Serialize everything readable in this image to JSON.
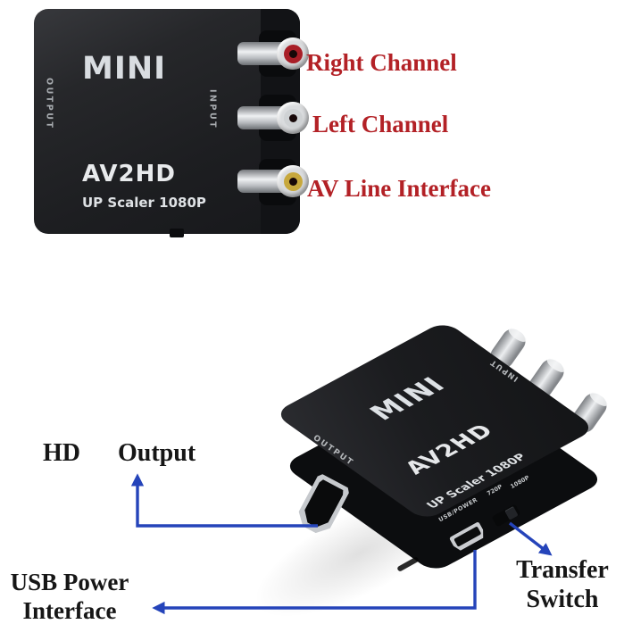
{
  "colors": {
    "background": "#ffffff",
    "label_red": "#b32126",
    "label_black": "#161616",
    "arrow_blue": "#2544ba",
    "device_body": "#1d1e21",
    "logo_silver": "#d9dde1",
    "rca_red": "#a81e27",
    "rca_white": "#cfd2d4",
    "rca_yellow": "#c7a83d"
  },
  "top_device": {
    "logo": "MINI",
    "output_label": "OUTPUT",
    "input_label": "INPUT",
    "model": "AV2HD",
    "subtitle": "UP Scaler 1080P",
    "jacks": [
      {
        "name": "right-channel-jack",
        "ring_color": "red"
      },
      {
        "name": "left-channel-jack",
        "ring_color": "white"
      },
      {
        "name": "av-video-jack",
        "ring_color": "yellow"
      }
    ]
  },
  "bottom_device": {
    "logo": "MINI",
    "output_label": "OUTPUT",
    "input_label": "INPUT",
    "model": "AV2HD",
    "subtitle": "UP Scaler 1080P",
    "usb_label": "USB/POWER",
    "switch_pos1": "720P",
    "switch_pos2": "1080P"
  },
  "annotations": {
    "right_channel": "Right Channel",
    "left_channel": "Left Channel",
    "av_line_interface": "AV Line Interface",
    "hd_word": "HD",
    "output_word": "Output",
    "usb_power_line1": "USB Power",
    "usb_power_line2": "Interface",
    "transfer_line1": "Transfer",
    "transfer_line2": "Switch"
  }
}
